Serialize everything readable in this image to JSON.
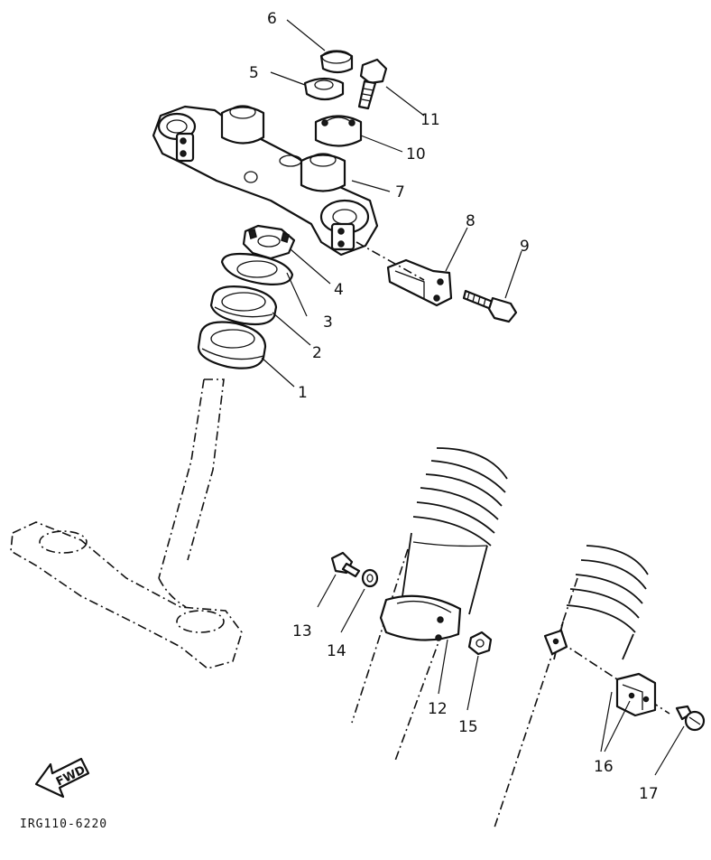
{
  "callouts": {
    "c1": "1",
    "c2": "2",
    "c3": "3",
    "c4": "4",
    "c5": "5",
    "c6": "6",
    "c7": "7",
    "c8": "8",
    "c9": "9",
    "c10": "10",
    "c11": "11",
    "c12": "12",
    "c13": "13",
    "c14": "14",
    "c15": "15",
    "c16": "16",
    "c17": "17"
  },
  "arrow_label": "FWD",
  "drawing_code": "IRG110-6220"
}
